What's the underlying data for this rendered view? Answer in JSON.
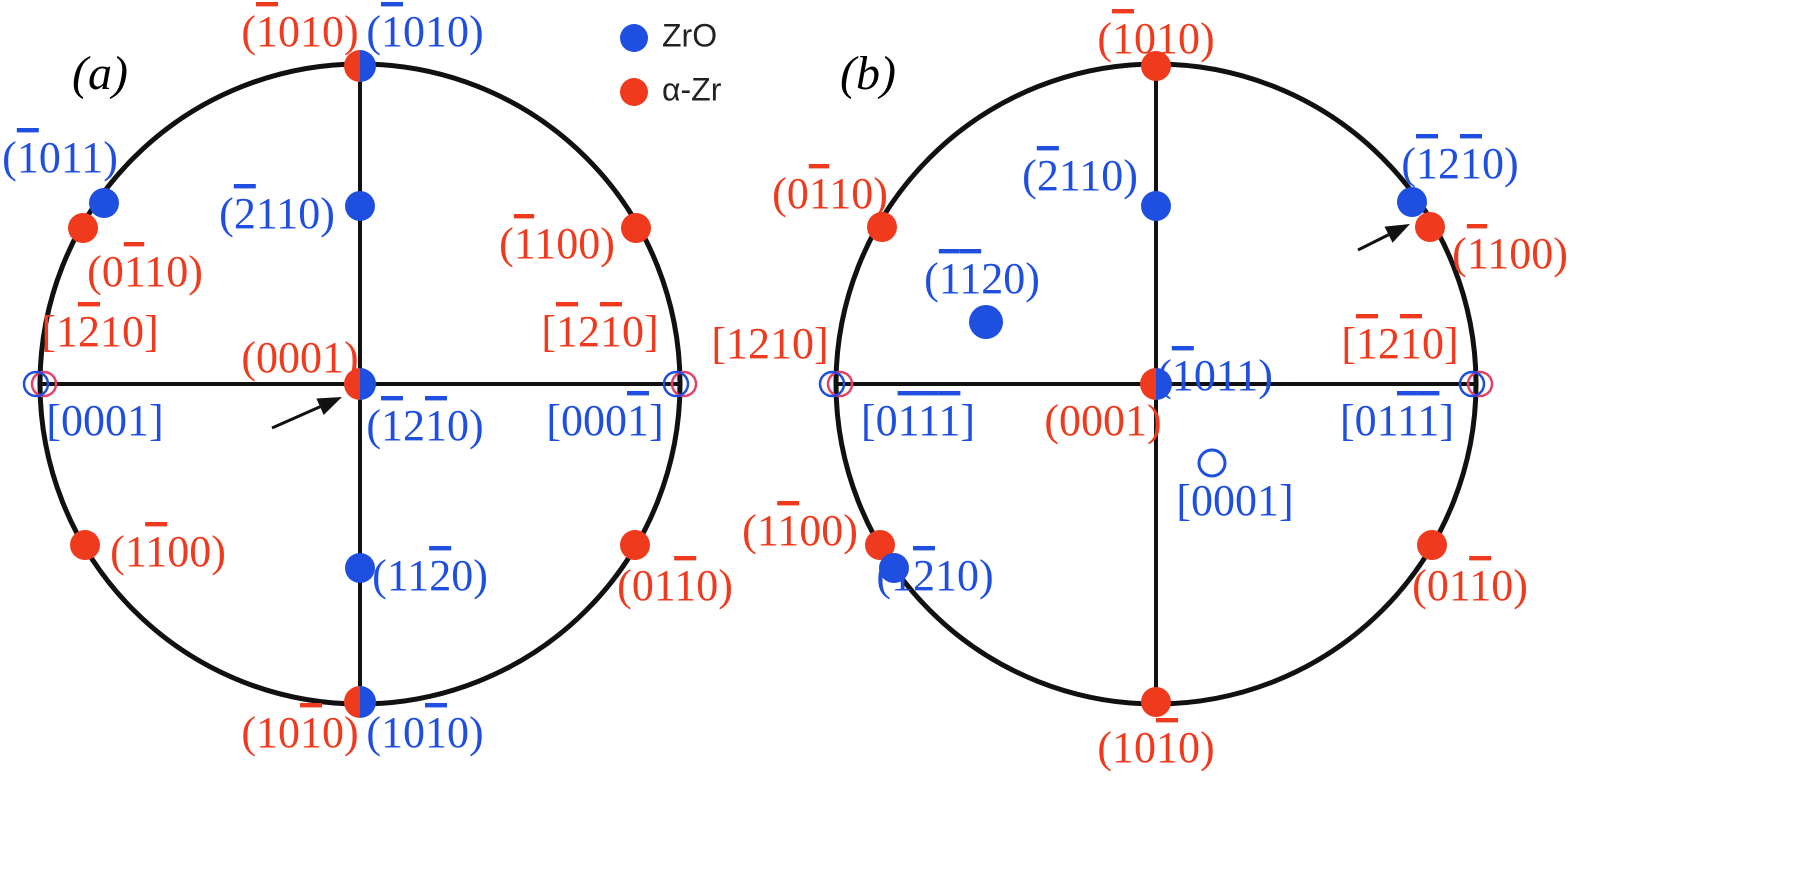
{
  "colors": {
    "zro": "#1f4fe0",
    "zr": "#f03a1e",
    "ring": "#111111",
    "hollow_red": "#e8406a"
  },
  "legend": [
    {
      "name": "ZrO",
      "color": "#1f4fe0"
    },
    {
      "name": "α-Zr",
      "color": "#f03a1e"
    }
  ],
  "panels": [
    {
      "id": "a",
      "label": "(a)",
      "points": [
        {
          "kind": "half",
          "note": "top"
        },
        {
          "kind": "blue",
          "note": "inner-top"
        },
        {
          "kind": "half",
          "note": "center"
        },
        {
          "kind": "blue",
          "note": "inner-bottom"
        },
        {
          "kind": "half",
          "note": "bottom"
        },
        {
          "kind": "blue",
          "note": "upper-left-blue"
        },
        {
          "kind": "red",
          "note": "upper-left-red"
        },
        {
          "kind": "red",
          "note": "upper-right"
        },
        {
          "kind": "red",
          "note": "lower-left"
        },
        {
          "kind": "red",
          "note": "lower-right"
        },
        {
          "kind": "hollow2",
          "note": "left-pole"
        },
        {
          "kind": "hollow2",
          "note": "right-pole"
        }
      ],
      "labels": [
        {
          "text": "(1010)",
          "color": "zr",
          "bars": [
            1
          ]
        },
        {
          "text": "(1010)",
          "color": "zro",
          "bars": [
            1
          ]
        },
        {
          "text": "(1011)",
          "color": "zro",
          "bars": [
            1
          ]
        },
        {
          "text": "(2110)",
          "color": "zro",
          "bars": [
            1
          ]
        },
        {
          "text": "(0110)",
          "color": "zr",
          "bars": [
            2
          ]
        },
        {
          "text": "(1100)",
          "color": "zr",
          "bars": [
            1
          ]
        },
        {
          "text": "[1210]",
          "color": "zr",
          "bars": [
            2
          ]
        },
        {
          "text": "(0001)",
          "color": "zr",
          "bars": []
        },
        {
          "text": "[1210]",
          "color": "zr",
          "bars": [
            1,
            3
          ]
        },
        {
          "text": "[0001]",
          "color": "zro",
          "bars": []
        },
        {
          "text": "(1210)",
          "color": "zro",
          "bars": [
            1,
            3
          ]
        },
        {
          "text": "[0001]",
          "color": "zro",
          "bars": [
            4
          ]
        },
        {
          "text": "(1100)",
          "color": "zr",
          "bars": [
            2
          ]
        },
        {
          "text": "(1120)",
          "color": "zro",
          "bars": [
            3
          ]
        },
        {
          "text": "(0110)",
          "color": "zr",
          "bars": [
            3
          ]
        },
        {
          "text": "(1010)",
          "color": "zr",
          "bars": [
            3
          ]
        },
        {
          "text": "(1010)",
          "color": "zro",
          "bars": [
            3
          ]
        }
      ]
    },
    {
      "id": "b",
      "label": "(b)",
      "points": [
        {
          "kind": "red",
          "note": "top"
        },
        {
          "kind": "blue",
          "note": "inner-top"
        },
        {
          "kind": "red",
          "note": "upper-left"
        },
        {
          "kind": "blue",
          "note": "big-blue"
        },
        {
          "kind": "blue",
          "note": "upper-right-blue"
        },
        {
          "kind": "red",
          "note": "upper-right-red"
        },
        {
          "kind": "half",
          "note": "center"
        },
        {
          "kind": "hollow1",
          "note": "inner-hollow"
        },
        {
          "kind": "red",
          "note": "lower-left-red"
        },
        {
          "kind": "blue",
          "note": "lower-left-blue"
        },
        {
          "kind": "red",
          "note": "lower-right"
        },
        {
          "kind": "red",
          "note": "bottom"
        },
        {
          "kind": "hollow2",
          "note": "left-pole"
        },
        {
          "kind": "hollow2",
          "note": "right-pole"
        }
      ],
      "labels": [
        {
          "text": "(1010)",
          "color": "zr",
          "bars": [
            1
          ]
        },
        {
          "text": "(1210)",
          "color": "zro",
          "bars": [
            1,
            3
          ]
        },
        {
          "text": "(2110)",
          "color": "zro",
          "bars": [
            1
          ]
        },
        {
          "text": "(0110)",
          "color": "zr",
          "bars": [
            2
          ]
        },
        {
          "text": "(1100)",
          "color": "zr",
          "bars": [
            1
          ]
        },
        {
          "text": "(1120)",
          "color": "zro",
          "bars": [
            1,
            2
          ]
        },
        {
          "text": "[1210]",
          "color": "zr",
          "bars": []
        },
        {
          "text": "(1011)",
          "color": "zro",
          "bars": [
            1
          ]
        },
        {
          "text": "[1210]",
          "color": "zr",
          "bars": [
            1,
            3
          ]
        },
        {
          "text": "[0111]",
          "color": "zro",
          "bars": [
            2,
            3,
            4
          ]
        },
        {
          "text": "(0001)",
          "color": "zr",
          "bars": []
        },
        {
          "text": "[0111]",
          "color": "zro",
          "bars": [
            3,
            4
          ]
        },
        {
          "text": "[0001]",
          "color": "zro",
          "bars": []
        },
        {
          "text": "(1100)",
          "color": "zr",
          "bars": [
            2
          ]
        },
        {
          "text": "(1210)",
          "color": "zro",
          "bars": [
            2
          ]
        },
        {
          "text": "(0110)",
          "color": "zr",
          "bars": [
            3
          ]
        },
        {
          "text": "(1010)",
          "color": "zr",
          "bars": [
            3
          ]
        }
      ]
    }
  ]
}
